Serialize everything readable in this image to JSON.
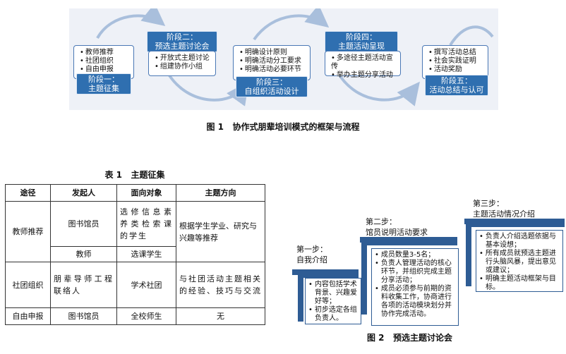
{
  "figure1": {
    "caption": "图 1   协作式朋辈培训模式的框架与流程",
    "stages": [
      {
        "title": "阶段一：\n主题征集",
        "items": [
          "教师推荐",
          "社团组织",
          "自由申报"
        ]
      },
      {
        "title": "阶段二：\n预选主题讨论会",
        "items": [
          "开放式主题讨论",
          "组建协作小组"
        ]
      },
      {
        "title": "阶段三：\n自组织活动设计",
        "items": [
          "明确设计原则",
          "明确活动分工要求",
          "明确活动必要环节"
        ]
      },
      {
        "title": "阶段四：\n主题活动呈现",
        "items": [
          "多途径主题活动宣传",
          "举办主题分享活动"
        ]
      },
      {
        "title": "阶段五：\n活动总结与认可",
        "items": [
          "撰写活动总结",
          "社会实践证明",
          "活动奖励"
        ]
      }
    ],
    "colors": {
      "stage_title": "#2f6fb0",
      "box_border": "#4a78b5",
      "arrow": "#a9bfdc",
      "background": "#eef1f7"
    }
  },
  "table1": {
    "caption": "表 1   主题征集",
    "headers": [
      "途径",
      "发起人",
      "面向对象",
      "主题方向"
    ],
    "rows": [
      {
        "route": "教师推荐",
        "initiator": "图书馆员",
        "target": "选修信息素养类检索课的学生",
        "direction": "根据学生学业、研究与兴趣等推荐"
      },
      {
        "initiator": "教师",
        "target": "选课学生"
      },
      {
        "route": "社团组织",
        "initiator": "朋辈导师工程联络人",
        "target": "学术社团",
        "direction": "与社团活动主题相关的经验、技巧与交流"
      },
      {
        "route": "自由申报",
        "initiator": "图书馆员",
        "target": "全校师生",
        "direction": "无"
      }
    ]
  },
  "figure2": {
    "caption": "图 2   预选主题讨论会",
    "steps": [
      {
        "label": "第一步：\n自我介绍",
        "items": [
          "内容包括学术背景、兴趣爱好等；",
          "初步选定各组负责人。"
        ]
      },
      {
        "label": "第二步：\n馆员说明活动要求",
        "items": [
          "成员数量3-5名；",
          "负责人管理活动的核心环节，并组织完成主题分享活动；",
          "成员必须参与前期的资料收集工作，协商进行各项的活动模块划分并协作完成活动。"
        ]
      },
      {
        "label": "第三步：\n主题活动情况介绍",
        "items": [
          "负责人介绍选题依据与基本设想；",
          "所有成员就预选主题进行头脑风暴，提出意见或建议；",
          "明确主题活动框架与目标。"
        ]
      }
    ],
    "colors": {
      "stair": "#2e5c94"
    }
  }
}
